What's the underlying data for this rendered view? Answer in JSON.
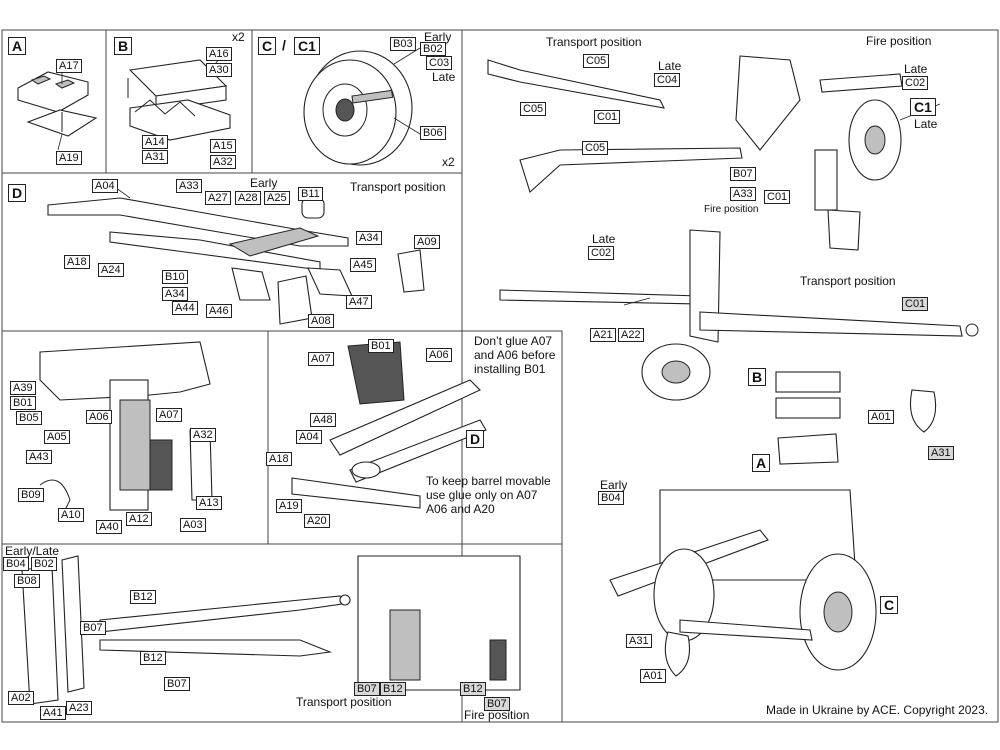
{
  "panels": {
    "A": {
      "tag": "A",
      "labels": [
        "A17",
        "A19"
      ]
    },
    "B": {
      "tag": "B",
      "qty": "x2",
      "labels": [
        "A16",
        "A30",
        "A14",
        "A31",
        "A15",
        "A32"
      ]
    },
    "C": {
      "tag": "C",
      "slash": "/",
      "tag2": "C1",
      "qty": "x2",
      "labels": [
        "B03",
        "B02",
        "C03",
        "B06"
      ],
      "early": "Early",
      "late": "Late"
    },
    "D": {
      "tag": "D",
      "title": "Transport position",
      "early": "Early",
      "labels": [
        "A04",
        "A33",
        "A27",
        "A28",
        "A25",
        "B11",
        "A34",
        "A09",
        "A18",
        "A24",
        "B10",
        "A34",
        "A45",
        "A44",
        "A46",
        "A47",
        "A08"
      ]
    },
    "E": {
      "labels": [
        "A39",
        "B01",
        "B05",
        "A06",
        "A07",
        "A05",
        "A32",
        "A43",
        "B09",
        "A10",
        "A40",
        "A12",
        "A13",
        "A03"
      ]
    },
    "F": {
      "note1": "Don’t glue A07",
      "note2": "and A06 before",
      "note3": "installing B01",
      "labels": [
        "A07",
        "B01",
        "A06",
        "A48",
        "A04",
        "A18",
        "A19",
        "A20"
      ],
      "d_tag": "D",
      "note4": "To keep barrel movable",
      "note5": "use glue only on A07",
      "note6": "A06 and A20"
    },
    "G": {
      "title": "Early/Late",
      "labels": [
        "B04",
        "B02",
        "B08",
        "B12",
        "B07",
        "B12",
        "B07",
        "A02",
        "A41",
        "A23"
      ],
      "labels2": [
        "B07",
        "B12",
        "B07",
        "B12"
      ],
      "transport": "Transport position",
      "fire": "Fire position"
    },
    "R1": {
      "transport": "Transport position",
      "fire": "Fire position",
      "late": "Late",
      "late2": "Late",
      "labels": [
        "C05",
        "C04",
        "C05",
        "C01",
        "C05",
        "C02",
        "B07",
        "A33",
        "C01"
      ],
      "c1": "C1",
      "fire_small": "Fire position"
    },
    "R2": {
      "late": "Late",
      "labels": [
        "C02",
        "A21",
        "A22",
        "C01",
        "A01",
        "A31"
      ],
      "transport": "Transport position",
      "tagB": "B",
      "tagA": "A"
    },
    "R3": {
      "early": "Early",
      "labels": [
        "B04",
        "A31",
        "A01"
      ],
      "tagC": "C"
    }
  },
  "footer": "Made in Ukraine by ACE. Copyright 2023."
}
